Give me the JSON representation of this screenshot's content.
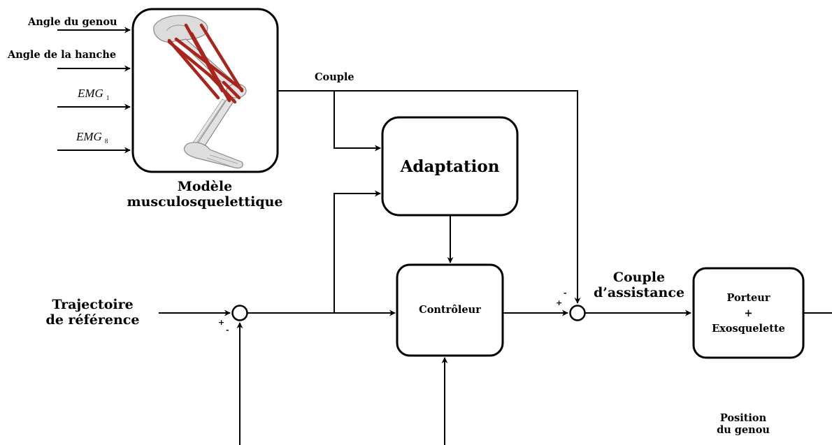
{
  "inputs": {
    "knee_angle": "Angle du genou",
    "hip_angle": "Angle de la hanche",
    "emg1": {
      "base": "EMG",
      "sub": "1"
    },
    "emg8": {
      "base": "EMG",
      "sub": "8"
    }
  },
  "blocks": {
    "musculo_model": {
      "line1": "Modèle",
      "line2": "musculosquelettique"
    },
    "adaptation": "Adaptation",
    "controller": "Contrôleur",
    "plant": {
      "line1": "Porteur",
      "line2": "+",
      "line3": "Exosquelette"
    }
  },
  "signals": {
    "torque": "Couple",
    "assist_torque": {
      "line1": "Couple",
      "line2": "d’assistance"
    },
    "reference": {
      "line1": "Trajectoire",
      "line2": "de référence"
    },
    "knee_position": {
      "line1": "Position",
      "line2": "du genou"
    }
  },
  "summing_signs": {
    "left_plus": "+",
    "left_minus": "-",
    "right_plus": "+",
    "right_minus": "-"
  },
  "colors": {
    "muscle": "#a8251c",
    "bone": "#d9d9d9"
  }
}
